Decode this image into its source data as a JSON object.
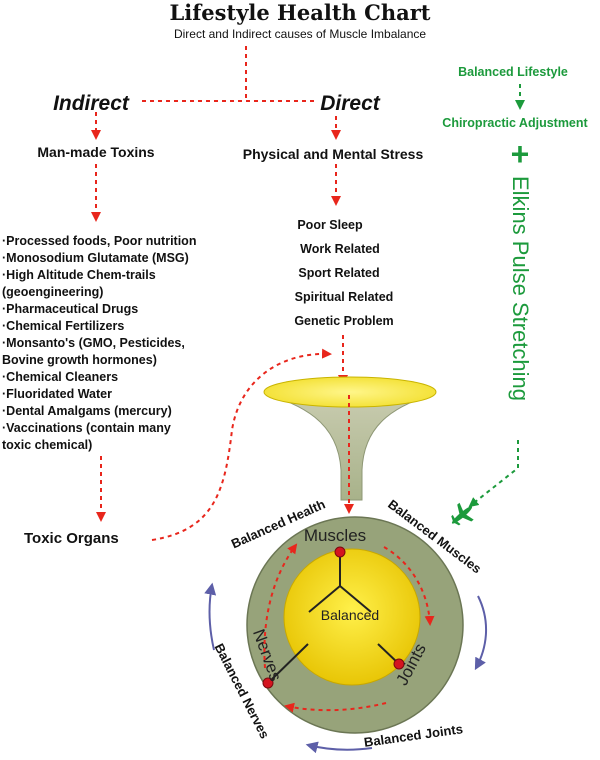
{
  "title": "Lifestyle Health Chart",
  "subtitle": "Direct and Indirect causes of Muscle Imbalance",
  "indirect": {
    "label": "Indirect",
    "cause": "Man-made Toxins",
    "items": [
      "·Processed foods, Poor nutrition",
      "·Monosodium Glutamate (MSG)",
      "·High Altitude Chem-trails",
      " (geoengineering)",
      "·Pharmaceutical Drugs",
      "·Chemical Fertilizers",
      "·Monsanto's (GMO, Pesticides,",
      " Bovine growth hormones)",
      "·Chemical Cleaners",
      "·Fluoridated Water",
      "·Dental Amalgams (mercury)",
      "·Vaccinations (contain many",
      " toxic chemical)"
    ],
    "result": "Toxic Organs"
  },
  "direct": {
    "label": "Direct",
    "cause": "Physical and Mental Stress",
    "items": [
      "Poor Sleep",
      "Work Related",
      "Sport Related",
      "Spiritual Related",
      "Genetic Problem"
    ]
  },
  "remedy": {
    "balanced_lifestyle": "Balanced Lifestyle",
    "chiropractic": "Chiropractic Adjustment",
    "plus": "+",
    "stretching": "Elkins Pulse Stretching"
  },
  "circle": {
    "muscles": "Muscles",
    "nerves": "Nerves",
    "joints": "Joints",
    "center": "Balanced",
    "ring": {
      "health": "Balanced Health",
      "muscles": "Balanced Muscles",
      "nerves": "Balanced Nerves",
      "joints": "Balanced Joints"
    }
  },
  "colors": {
    "red_dash": "#e8261c",
    "green": "#1c9a3c",
    "funnel": "#b6bd98",
    "circle_outer": "#97a37a",
    "core": "#f2d600",
    "ring_arrow": "#5d5fa8"
  }
}
